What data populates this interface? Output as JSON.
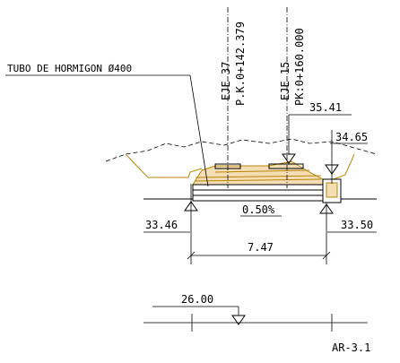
{
  "labels": {
    "pipe": "TUBO DE HORMIGON Ø400",
    "axis1_name": "EJE 37",
    "axis1_pk": "P.K.0+142.379",
    "axis2_name": "EJE 15",
    "axis2_pk": "PK:0+160.000",
    "elev_top": "35.41",
    "elev_right_upper": "34.65",
    "elev_left": "33.46",
    "elev_right": "33.50",
    "slope": "0.50%",
    "length": "7.47",
    "elev_lower": "26.00",
    "drawing_id": "AR-3.1"
  },
  "colors": {
    "line": "#000000",
    "fill": "#b8860b"
  }
}
